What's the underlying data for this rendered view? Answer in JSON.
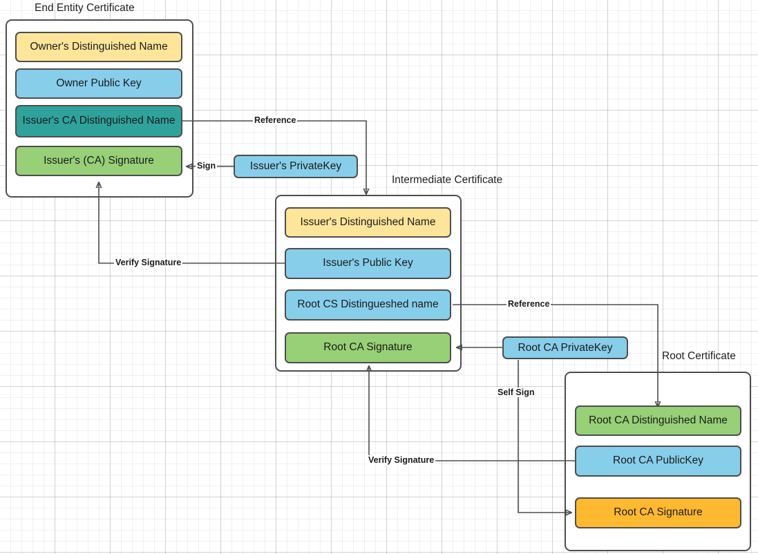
{
  "diagram": {
    "title_hidden": "X.509 Certificate Chain of Trust",
    "certificates": [
      {
        "id": "end-entity",
        "title": "End Entity Certificate",
        "fields": [
          {
            "label": "Owner's Distinguished Name",
            "color": "#ffe599"
          },
          {
            "label": "Owner Public  Key",
            "color": "#87ceeb"
          },
          {
            "label": "Issuer's CA Distinguished Name",
            "color": "#2fa39b"
          },
          {
            "label": "Issuer's (CA) Signature",
            "color": "#97d077"
          }
        ]
      },
      {
        "id": "intermediate",
        "title": "Intermediate Certificate",
        "fields": [
          {
            "label": "Issuer's Distinguished Name",
            "color": "#ffe599"
          },
          {
            "label": "Issuer's Public  Key",
            "color": "#87ceeb"
          },
          {
            "label": "Root CS Distingueshed name",
            "color": "#87ceeb"
          },
          {
            "label": "Root CA Signature",
            "color": "#97d077"
          }
        ]
      },
      {
        "id": "root",
        "title": "Root Certificate",
        "fields": [
          {
            "label": "Root CA Distinguished Name",
            "color": "#97d077"
          },
          {
            "label": "Root CA PublicKey",
            "color": "#87ceeb"
          },
          {
            "label": "Root CA Signature",
            "color": "#ffb931"
          }
        ]
      }
    ],
    "keys": [
      {
        "id": "issuer-private-key",
        "label": "Issuer's PrivateKey",
        "color": "#87ceeb"
      },
      {
        "id": "root-ca-private-key",
        "label": "Root CA PrivateKey",
        "color": "#87ceeb"
      }
    ],
    "edges": [
      {
        "id": "ee-reference",
        "label": "Reference"
      },
      {
        "id": "ee-sign",
        "label": "Sign"
      },
      {
        "id": "ee-verify",
        "label": "Verify Signature"
      },
      {
        "id": "int-reference",
        "label": "Reference"
      },
      {
        "id": "root-self-sign",
        "label": "Self Sign"
      },
      {
        "id": "int-verify",
        "label": "Verify Signature"
      }
    ]
  }
}
